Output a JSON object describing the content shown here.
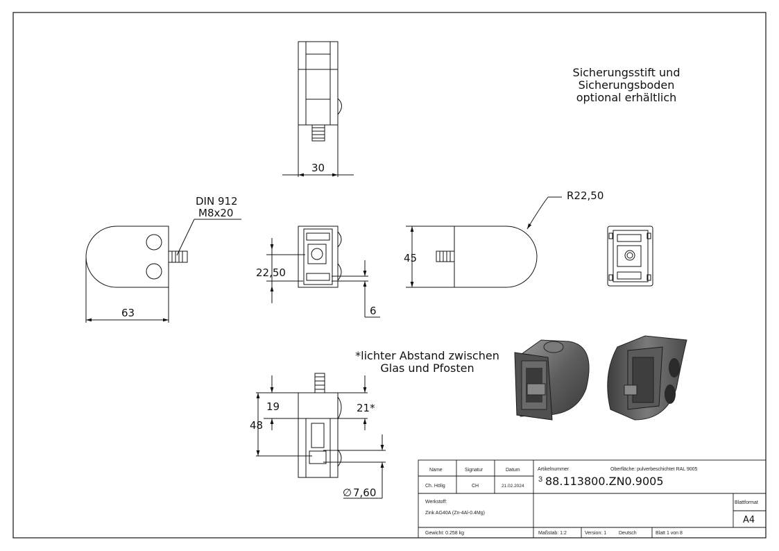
{
  "notes": {
    "safety": [
      "Sicherungsstift und",
      "Sicherungsboden",
      "optional erhältlich"
    ],
    "clearance": [
      "*lichter Abstand zwischen",
      "Glas und Pfosten"
    ]
  },
  "screw": {
    "standard": "DIN 912",
    "size": "M8x20"
  },
  "dimensions": {
    "top_width": "30",
    "front_length": "63",
    "center_height": "22,50",
    "slot": "6",
    "side_height": "45",
    "radius": "R22,50",
    "bottom_19": "19",
    "bottom_48": "48",
    "bottom_21": "21*",
    "hole_dia": "7,60",
    "dia_symbol": "∅"
  },
  "title_block": {
    "headers": {
      "name": "Name",
      "signatur": "Signatur",
      "datum": "Datum"
    },
    "name": "Ch. Hölig",
    "signatur": "CH",
    "datum": "21.02.2024",
    "artikelnummer_label": "Artikelnummer",
    "oberflaeche": "Oberfläche: pulverbeschichtet RAL 9005",
    "revision_digit": "3",
    "artikelnummer": "88.113800.ZN0.9005",
    "werkstoff_label": "Werkstoff:",
    "werkstoff": "Zink AG40A (Zn-4Al-0.4Mg)",
    "blattformat_label": "Blattformat",
    "blattformat": "A4",
    "gewicht": "Gewicht: 0.258 kg",
    "massstab": "Maßstab: 1:2",
    "version": "Version: 1",
    "sprache": "Deutsch",
    "blatt": "Blatt 1 von 8"
  }
}
